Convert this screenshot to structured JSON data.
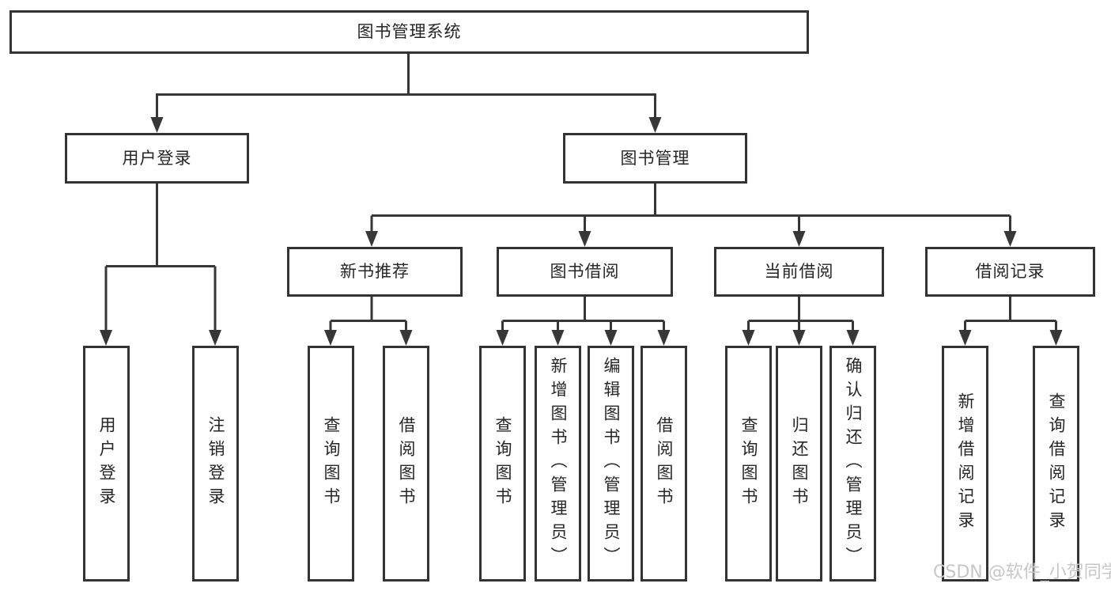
{
  "tree": {
    "label": "图书管理系统",
    "children": [
      {
        "label": "用户登录",
        "children": [
          {
            "label": "用户登录"
          },
          {
            "label": "注销登录"
          }
        ]
      },
      {
        "label": "图书管理",
        "children": [
          {
            "label": "新书推荐",
            "children": [
              {
                "label": "查询图书"
              },
              {
                "label": "借阅图书"
              }
            ]
          },
          {
            "label": "图书借阅",
            "children": [
              {
                "label": "查询图书"
              },
              {
                "label": "新增图书（管理员）"
              },
              {
                "label": "编辑图书（管理员）"
              },
              {
                "label": "借阅图书"
              }
            ]
          },
          {
            "label": "当前借阅",
            "children": [
              {
                "label": "查询图书"
              },
              {
                "label": "归还图书"
              },
              {
                "label": "确认归还（管理员）"
              }
            ]
          },
          {
            "label": "借阅记录",
            "children": [
              {
                "label": "新增借阅记录"
              },
              {
                "label": "查询借阅记录"
              }
            ]
          }
        ]
      }
    ]
  },
  "watermark": "CSDN @软件_小贺同学",
  "colors": {
    "line": "#373737",
    "box_border": "#333333",
    "text": "#262626",
    "watermark": "#c7c7c7",
    "background": "#ffffff"
  }
}
